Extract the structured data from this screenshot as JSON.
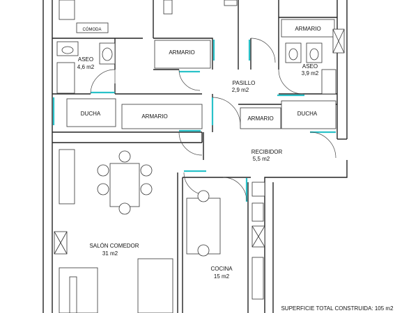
{
  "colors": {
    "wall": "#222222",
    "glazing": "#29c2c9",
    "background": "#ffffff"
  },
  "rooms": {
    "comoda": "CÓMODA",
    "aseo_left": {
      "name": "ASEO",
      "area": "4,6 m2"
    },
    "armario_top_mid": "ARMARIO",
    "armario_top_right": "ARMARIO",
    "aseo_right": {
      "name": "ASEO",
      "area": "3,9 m2"
    },
    "pasillo": {
      "name": "PASILLO",
      "area": "2,9 m2"
    },
    "ducha_left": "DUCHA",
    "armario_mid_left": "ARMARIO",
    "armario_mid_right": "ARMARIO",
    "ducha_right": "DUCHA",
    "recibidor": {
      "name": "RECIBIDOR",
      "area": "5,5 m2"
    },
    "salon": {
      "name": "SALÓN COMEDOR",
      "area": "31 m2"
    },
    "cocina": {
      "name": "COCINA",
      "area": "15 m2"
    }
  },
  "summary": {
    "total_area": "SUPERFICIE TOTAL CONSTRUIDA: 105 m2"
  }
}
